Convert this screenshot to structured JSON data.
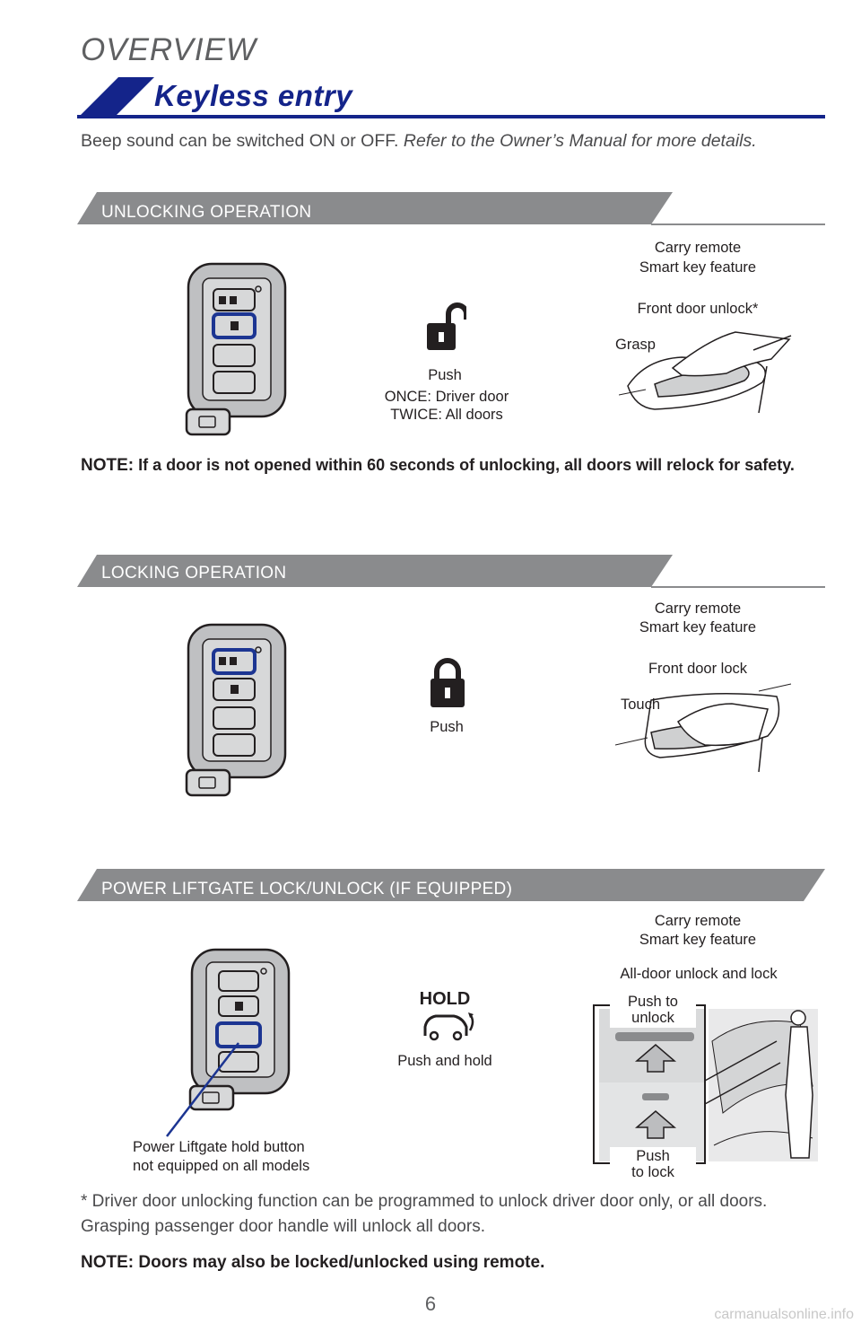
{
  "page": {
    "overview": "OVERVIEW",
    "title": "Keyless entry",
    "intro_plain": "Beep sound can be switched ON or OFF. ",
    "intro_italic": "Refer to the Owner’s Manual for more details."
  },
  "sections": {
    "unlock": {
      "heading": "UNLOCKING OPERATION",
      "push_label": "Push",
      "push_detail_1": "ONCE: Driver door",
      "push_detail_2": "TWICE: All doors",
      "carry_1": "Carry remote",
      "carry_2": "Smart key feature",
      "door_caption": "Front door unlock*",
      "hand_label": "Grasp",
      "note_lead": "NOTE:",
      "note_text": " If a door is not opened within 60 seconds of unlocking, all doors will relock for safety."
    },
    "lock": {
      "heading": "LOCKING OPERATION",
      "push_label": "Push",
      "carry_1": "Carry remote",
      "carry_2": "Smart key feature",
      "door_caption": "Front door lock",
      "hand_label": "Touch"
    },
    "liftgate": {
      "heading": "POWER LIFTGATE LOCK/UNLOCK (IF EQUIPPED)",
      "hold_label": "HOLD",
      "push_label": "Push and hold",
      "carry_1": "Carry remote",
      "carry_2": "Smart key feature",
      "door_caption": "All-door unlock and lock",
      "push_unlock_1": "Push to",
      "push_unlock_2": "unlock",
      "push_lock_1": "Push",
      "push_lock_2": "to lock",
      "callout_1": "Power Liftgate hold button",
      "callout_2": "not equipped on all models"
    }
  },
  "footer": {
    "footnote": "* Driver door unlocking function can be programmed to unlock driver door only, or all doors. Grasping passenger door handle will unlock all doors.",
    "note": "NOTE: Doors may also be locked/unlocked using remote.",
    "page_number": "6",
    "watermark": "carmanualsonline.info"
  },
  "icons": {
    "fob": "smart-key-fob-icon",
    "unlock": "padlock-open-icon",
    "lock": "padlock-closed-icon",
    "liftgate": "liftgate-hold-icon"
  },
  "colors": {
    "brand_blue": "#14248a",
    "section_gray": "#8a8b8d",
    "highlight_blue": "#1c3592"
  }
}
